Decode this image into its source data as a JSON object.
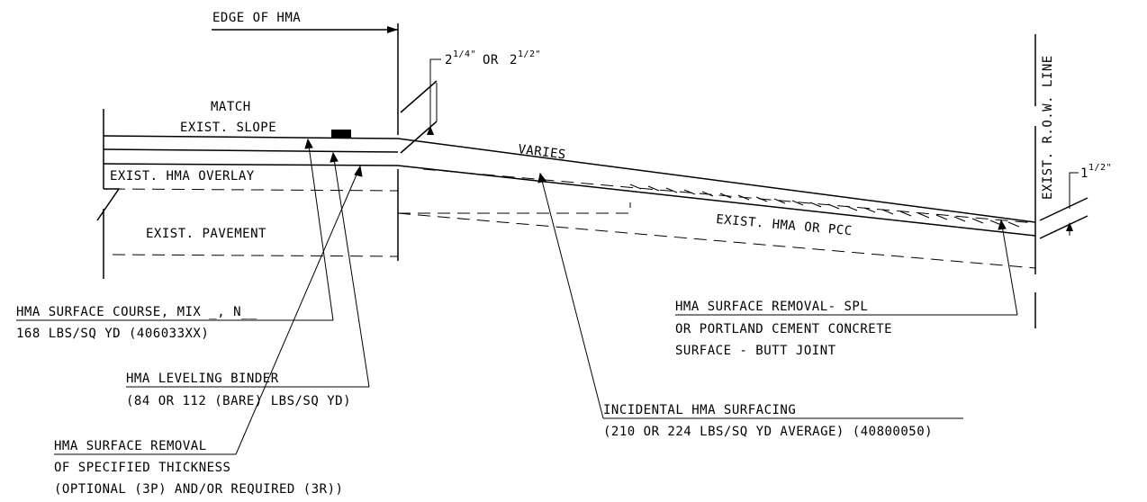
{
  "labels": {
    "edge_of_hma": "EDGE OF HMA",
    "match_1": "MATCH",
    "match_2": "EXIST. SLOPE",
    "exist_hma_overlay": "EXIST. HMA OVERLAY",
    "exist_pavement": "EXIST. PAVEMENT",
    "varies": "VARIES",
    "exist_hma_or_pcc": "EXIST. HMA OR PCC",
    "exist_row_line": "EXIST. R.O.W. LINE",
    "dim_left_a": "2",
    "dim_left_a_frac": "1/4\"",
    "dim_left_or": "OR",
    "dim_left_b": "2",
    "dim_left_b_frac": "1/2\"",
    "dim_right": "1",
    "dim_right_frac": "1/2\""
  },
  "callouts": {
    "surface_course_1": "HMA SURFACE COURSE, MIX _, N__",
    "surface_course_2": "168 LBS/SQ YD (406033XX)",
    "leveling_binder_1": "HMA LEVELING BINDER",
    "leveling_binder_2": "(84 OR 112 (BARE) LBS/SQ YD)",
    "surface_removal_1": "HMA SURFACE REMOVAL",
    "surface_removal_2": "OF SPECIFIED THICKNESS",
    "surface_removal_3": "(OPTIONAL (3P) AND/OR REQUIRED (3R))",
    "incidental_1": "INCIDENTAL HMA SURFACING",
    "incidental_2": "(210 OR 224 LBS/SQ YD AVERAGE) (40800050)",
    "butt_joint_1": "HMA SURFACE REMOVAL- SPL",
    "butt_joint_2": "OR PORTLAND CEMENT CONCRETE",
    "butt_joint_3": "SURFACE - BUTT JOINT"
  }
}
